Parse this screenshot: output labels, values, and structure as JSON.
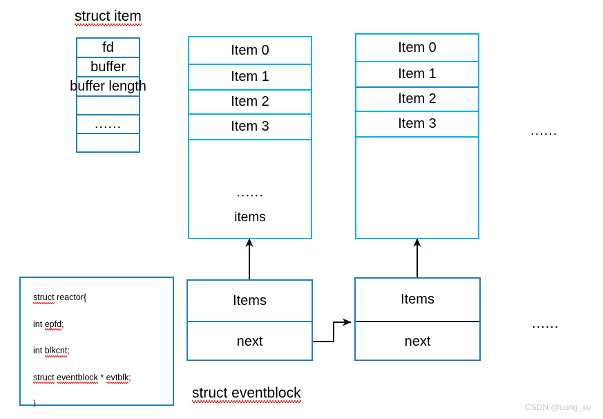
{
  "meta": {
    "colors": {
      "dark_blue": "#1F7FC0",
      "light_blue": "#00AEEF",
      "arrow_black": "#111111",
      "spellcheck_red": "#e8312f",
      "watermark_gray": "#c9c9c9",
      "background": "#ffffff"
    }
  },
  "labels": {
    "struct_item_title": "struct item",
    "struct_eventblock_title": "struct eventblock"
  },
  "struct_item": {
    "rows": [
      {
        "text": "fd",
        "overflow": false
      },
      {
        "text": "buffer",
        "overflow": false
      },
      {
        "text": "buffer length",
        "overflow": true
      },
      {
        "text": "",
        "overflow": false
      },
      {
        "text": "......",
        "overflow": false
      },
      {
        "text": "",
        "overflow": false
      }
    ]
  },
  "item_arrays": [
    {
      "id": "item-array-1",
      "items": [
        "Item 0",
        "Item 1",
        "Item 2",
        "Item 3"
      ],
      "tail_lines": [
        "......",
        "items"
      ]
    },
    {
      "id": "item-array-2",
      "items": [
        "Item 0",
        "Item 1",
        "Item 2",
        "Item 3"
      ],
      "tail_lines": []
    }
  ],
  "reactor_code": {
    "lines": [
      {
        "segments": [
          {
            "text": "struct",
            "squiggle": true
          },
          {
            "text": " reactor{",
            "squiggle": false
          }
        ]
      },
      {
        "segments": [
          {
            "text": "int ",
            "squiggle": false
          },
          {
            "text": "epfd",
            "squiggle": true
          },
          {
            "text": ";",
            "squiggle": false
          }
        ]
      },
      {
        "segments": [
          {
            "text": "int ",
            "squiggle": false
          },
          {
            "text": "blkcnt",
            "squiggle": true
          },
          {
            "text": ";",
            "squiggle": false
          }
        ]
      },
      {
        "segments": [
          {
            "text": "struct",
            "squiggle": true
          },
          {
            "text": " ",
            "squiggle": false
          },
          {
            "text": "eventblock",
            "squiggle": true
          },
          {
            "text": " * ",
            "squiggle": false
          },
          {
            "text": "evtblk",
            "squiggle": true
          },
          {
            "text": ";",
            "squiggle": false
          }
        ]
      }
    ],
    "closing_brace": "}"
  },
  "event_blocks": [
    {
      "id": "eventblock-1",
      "items_label": "Items",
      "next_label": "next",
      "divider": "blue"
    },
    {
      "id": "eventblock-2",
      "items_label": "Items",
      "next_label": "next",
      "divider": "black"
    }
  ],
  "ellipses": {
    "top_right": "......",
    "bottom_right": "......"
  },
  "watermark": {
    "text": "CSDN @Long_xu"
  }
}
